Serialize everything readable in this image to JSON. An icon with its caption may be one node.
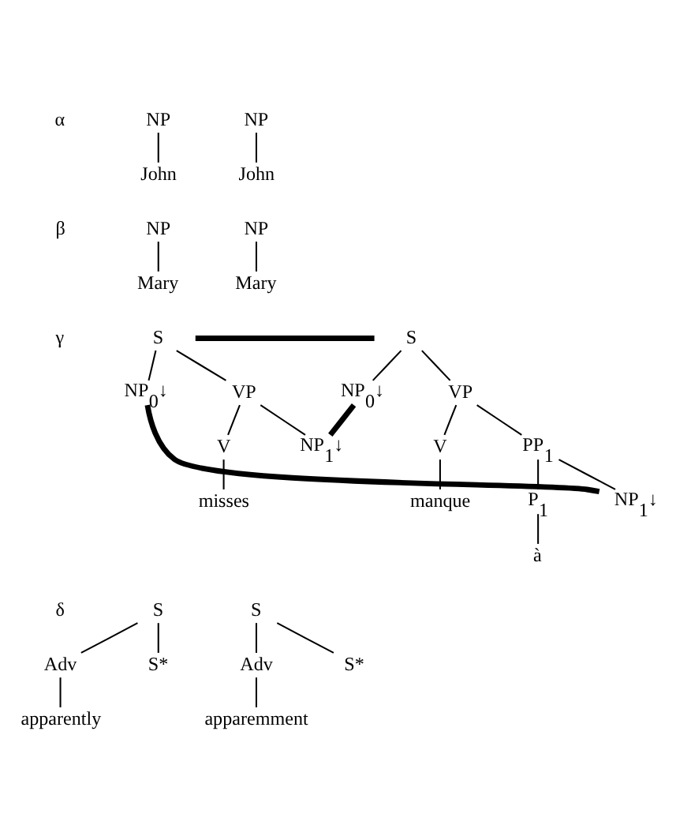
{
  "diagram": {
    "nodes": [
      {
        "text": [
          "NP"
        ]
      },
      {
        "text": [
          "John"
        ]
      },
      {
        "text": [
          "NP"
        ]
      },
      {
        "text": [
          "John"
        ]
      },
      {
        "text": [
          "NP"
        ]
      },
      {
        "text": [
          "Mary"
        ]
      },
      {
        "text": [
          "NP"
        ]
      },
      {
        "text": [
          "Mary"
        ]
      },
      {
        "text": [
          "S"
        ]
      },
      {
        "text": [
          "NP$_{0}$↓"
        ]
      },
      {
        "text": [
          "VP"
        ]
      },
      {
        "text": [
          "V"
        ]
      },
      {
        "text": [
          "NP$_{1}$↓"
        ]
      },
      {
        "text": [
          "misses"
        ]
      },
      {
        "text": [
          "S"
        ]
      },
      {
        "text": [
          "NP$_{0}$↓"
        ]
      },
      {
        "text": [
          "VP"
        ]
      },
      {
        "text": [
          "V"
        ]
      },
      {
        "text": [
          "PP$_{1}$"
        ]
      },
      {
        "text": [
          "manque"
        ]
      },
      {
        "text": [
          "P$_{1}$"
        ]
      },
      {
        "text": [
          "NP$_{1}$↓"
        ]
      },
      {
        "text": [
          "à"
        ]
      },
      {
        "text": [
          "S"
        ]
      },
      {
        "text": [
          "Adv"
        ]
      },
      {
        "text": [
          "S*"
        ]
      },
      {
        "text": [
          "apparently"
        ]
      },
      {
        "text": [
          "S"
        ]
      },
      {
        "text": [
          "Adv"
        ]
      },
      {
        "text": [
          "S*"
        ]
      },
      {
        "text": [
          "apparemment"
        ]
      }
    ],
    "edges": [
      {
        "from": 0,
        "to": 1,
        "arrow": "none"
      },
      {
        "from": 2,
        "to": 3,
        "arrow": "none"
      },
      {
        "from": 4,
        "to": 5,
        "arrow": "none"
      },
      {
        "from": 6,
        "to": 7,
        "arrow": "none"
      },
      {
        "from": 8,
        "to": 9,
        "arrow": "none"
      },
      {
        "from": 8,
        "to": 10,
        "arrow": "none"
      },
      {
        "from": 10,
        "to": 11,
        "arrow": "none"
      },
      {
        "from": 10,
        "to": 12,
        "arrow": "none"
      },
      {
        "from": 11,
        "to": 13,
        "arrow": "none"
      },
      {
        "from": 14,
        "to": 15,
        "arrow": "none"
      },
      {
        "from": 14,
        "to": 16,
        "arrow": "none"
      },
      {
        "from": 16,
        "to": 17,
        "arrow": "none"
      },
      {
        "from": 16,
        "to": 18,
        "arrow": "none"
      },
      {
        "from": 17,
        "to": 19,
        "arrow": "none"
      },
      {
        "from": 18,
        "to": 20,
        "arrow": "none"
      },
      {
        "from": 18,
        "to": 21,
        "arrow": "none"
      },
      {
        "from": 20,
        "to": 22,
        "arrow": "none"
      },
      {
        "from": 8,
        "to": 14,
        "arrow": "none",
        "style": "thick"
      },
      {
        "from": 12,
        "to": 15,
        "arrow": "none",
        "style": "thick"
      },
      {
        "from": 9,
        "to": 21,
        "arrow": "none",
        "style": "thick"
      },
      {
        "from": 23,
        "to": 24,
        "arrow": "none"
      },
      {
        "from": 23,
        "to": 25,
        "arrow": "none"
      },
      {
        "from": 24,
        "to": 26,
        "arrow": "none"
      },
      {
        "from": 27,
        "to": 28,
        "arrow": "none"
      },
      {
        "from": 27,
        "to": 29,
        "arrow": "none"
      },
      {
        "from": 28,
        "to": 30,
        "arrow": "none"
      }
    ],
    "labels": [
      "α",
      "β",
      "γ",
      "δ"
    ]
  }
}
